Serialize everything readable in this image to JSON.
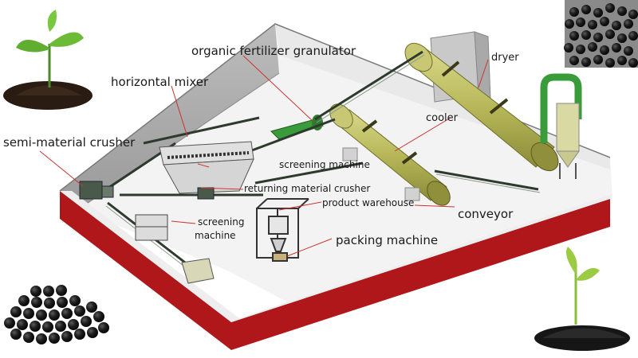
{
  "labels": {
    "organic_fertilizer_granulator": "organic fertilizer granulator",
    "horizontal_mixer": "horizontal mixer",
    "dryer": "dryer",
    "cooler": "cooler",
    "semi_material_crusher": "semi-material crusher",
    "screening_machine_top": "screening machine",
    "returning_material_crusher": "returning material crusher",
    "product_warehouse": "product warehouse",
    "conveyor": "conveyor",
    "screening_machine_left_line1": "screening",
    "screening_machine_left_line2": "machine",
    "packing_machine": "packing machine"
  },
  "colors": {
    "wall_red": "#b0171b",
    "floor": "#f4f4f4",
    "inner_wall": "#a9a9a9",
    "drum": "#b9b95a",
    "pipe_green": "#3a9b3a",
    "machine_dark": "#3e4a3e",
    "pellet_black": "#141414"
  }
}
